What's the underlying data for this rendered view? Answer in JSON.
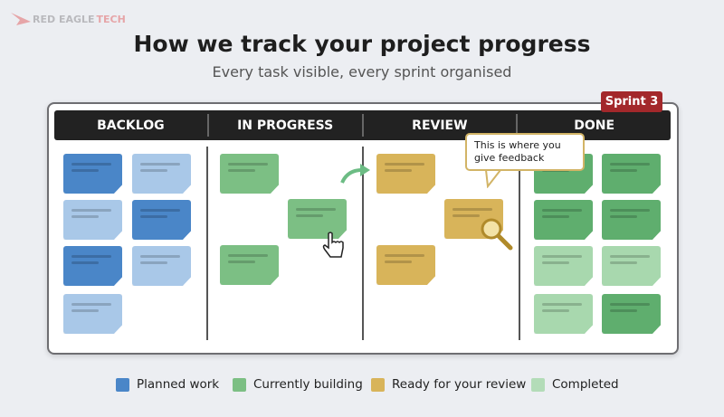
{
  "brand": {
    "part1": "RED EAGLE",
    "part2": "TECH"
  },
  "title": "How we track your project progress",
  "subtitle": "Every task visible, every sprint organised",
  "sprint_badge": "Sprint 3",
  "columns": [
    {
      "label": "BACKLOG"
    },
    {
      "label": "IN PROGRESS"
    },
    {
      "label": "REVIEW"
    },
    {
      "label": "DONE"
    }
  ],
  "callout": "This is where you give feedback",
  "legend": [
    {
      "label": "Planned work",
      "color": "#4a86c8"
    },
    {
      "label": "Currently building",
      "color": "#7cbf84"
    },
    {
      "label": "Ready for your review",
      "color": "#d8b45a"
    },
    {
      "label": "Completed",
      "color": "#b3dcb8"
    }
  ],
  "colors": {
    "backlog_dark": "#4a86c8",
    "backlog_light": "#a9c8e8",
    "progress": "#7cbf84",
    "review": "#d8b45a",
    "done": "#5fae6e",
    "done_light": "#a8d8ae",
    "accent": "#a3282b"
  }
}
